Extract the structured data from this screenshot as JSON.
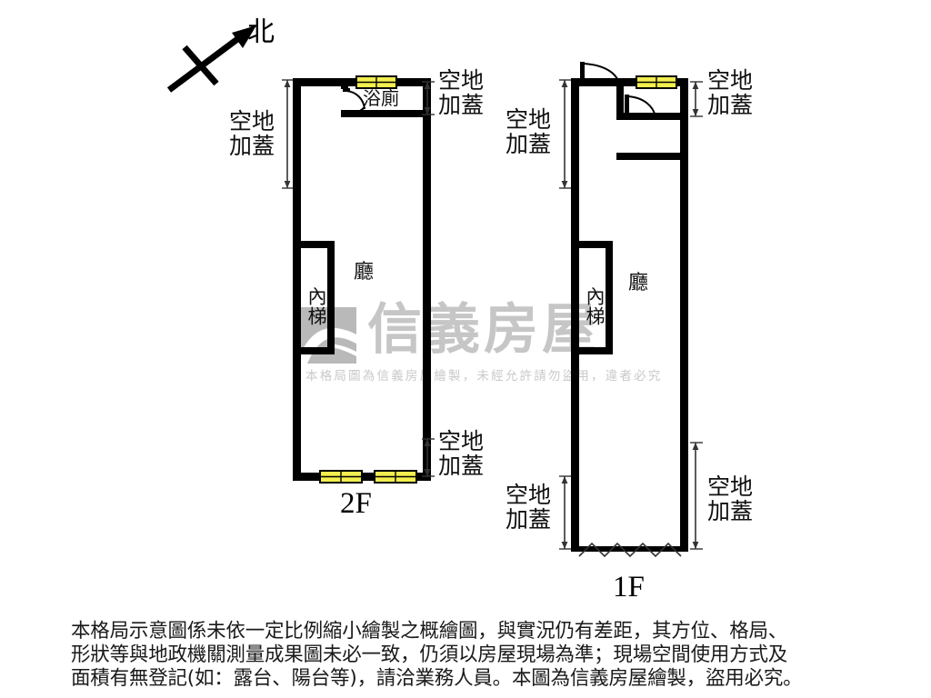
{
  "compass": {
    "label": "北",
    "name": "north-arrow"
  },
  "floors": [
    {
      "id": "2F",
      "label": "2F",
      "rooms": [
        {
          "name": "bathroom",
          "label": "浴廁"
        },
        {
          "name": "living-hall",
          "label": "廳"
        },
        {
          "name": "internal-stairs",
          "label": "內梯"
        }
      ],
      "annotations": [
        {
          "name": "open-space-cover-left",
          "label": "空地\n加蓋",
          "line1": "空地",
          "line2": "加蓋"
        },
        {
          "name": "open-space-cover-top-right",
          "label": "空地\n加蓋",
          "line1": "空地",
          "line2": "加蓋"
        },
        {
          "name": "open-space-cover-bottom-right",
          "label": "空地\n加蓋",
          "line1": "空地",
          "line2": "加蓋"
        }
      ],
      "windows": 3,
      "doors": 0
    },
    {
      "id": "1F",
      "label": "1F",
      "rooms": [
        {
          "name": "living-hall",
          "label": "廳"
        },
        {
          "name": "internal-stairs",
          "label": "內梯"
        }
      ],
      "annotations": [
        {
          "name": "open-space-cover-top-left",
          "label": "空地\n加蓋",
          "line1": "空地",
          "line2": "加蓋"
        },
        {
          "name": "open-space-cover-top-right",
          "label": "空地\n加蓋",
          "line1": "空地",
          "line2": "加蓋"
        },
        {
          "name": "open-space-cover-bottom-left",
          "label": "空地\n加蓋",
          "line1": "空地",
          "line2": "加蓋"
        },
        {
          "name": "open-space-cover-bottom-right",
          "label": "空地\n加蓋",
          "line1": "空地",
          "line2": "加蓋"
        }
      ],
      "windows": 1,
      "doors": 2
    }
  ],
  "watermark": {
    "brand": "信義房屋",
    "note": "本格局圖為信義房屋繪製，未經允許請勿盜用，違者必究"
  },
  "disclaimer": {
    "line1": "本格局示意圖係未依一定比例縮小繪製之概繪圖，與實況仍有差距，其方位、格局、",
    "line2": "形狀等與地政機關測量成果圖未必一致，仍須以房屋現場為準；現場空間使用方式及",
    "line3": "面積有無登記(如：露台、陽台等)，請洽業務人員。本圖為信義房屋繪製，盜用必究。"
  },
  "colors": {
    "wall": "#000000",
    "window_fill": "#f2ee4e",
    "window_stroke": "#000000",
    "background": "#ffffff",
    "watermark": "#c6c6c6",
    "text": "#111111"
  }
}
